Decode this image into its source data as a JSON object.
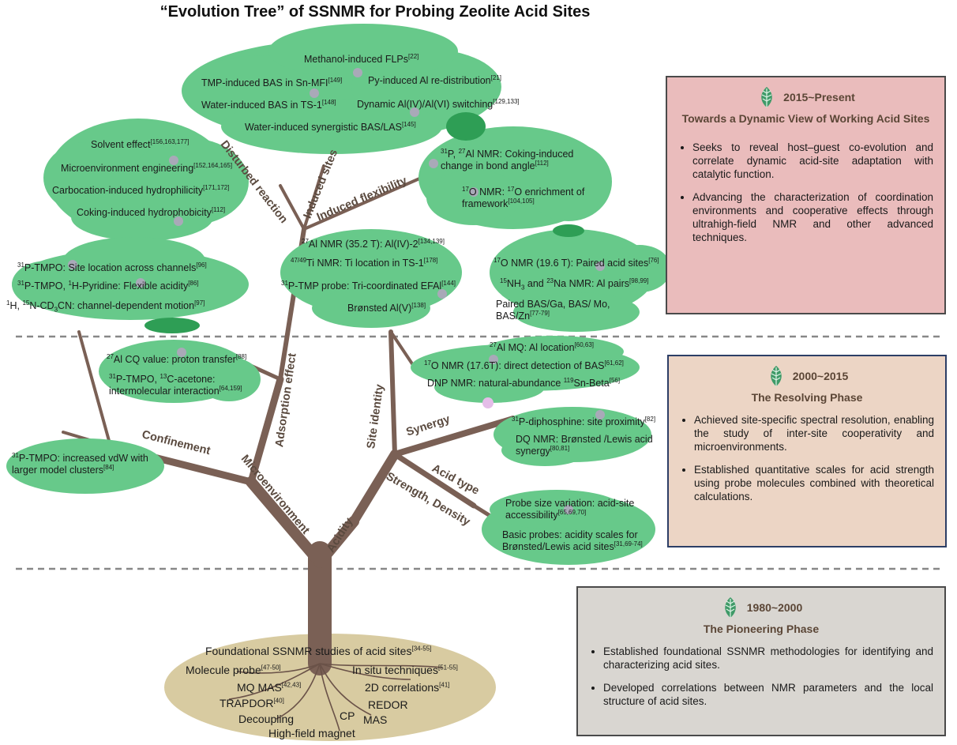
{
  "title": "“Evolution Tree” of SSNMR for Probing Zeolite Acid Sites",
  "branches": {
    "disturbed_reaction": "Disturbed reaction",
    "induced_sites": "Induced sites",
    "induced_flexibility": "Induced flexibility",
    "adsorption_effect": "Adsorption effect",
    "site_identity": "Site identity",
    "synergy": "Synergy",
    "confinement": "Confinement",
    "microenvironment": "Microenvironment",
    "acidity": "Acidity",
    "acid_type": "Acid type",
    "strength_density": "Strength, Density"
  },
  "leaves": {
    "top_cloud": {
      "l1": "Methanol-induced FLPs",
      "l1_ref": "[22]",
      "l2": "TMP-induced BAS in Sn-MFI",
      "l2_ref": "[149]",
      "l3": "Py-induced Al re-distribution",
      "l3_ref": "[21]",
      "l4": "Water-induced BAS in TS-1",
      "l4_ref": "[148]",
      "l5": "Dynamic Al(IV)/Al(VI) switching",
      "l5_ref": "[129,133]",
      "l6": "Water-induced synergistic BAS/LAS",
      "l6_ref": "[145]"
    },
    "left_top_cloud": {
      "l1": "Solvent effect",
      "l1_ref": "[156,163,177]",
      "l2": "Microenvironment engineering",
      "l2_ref": "[152,164,165]",
      "l3": "Carbocation-induced hydrophilicity",
      "l3_ref": "[171,172]",
      "l4": "Coking-induced hydrophobicity",
      "l4_ref": "[112]"
    },
    "right_top_cloud": {
      "l1_iso1": "31",
      "l1_a": "P, ",
      "l1_iso2": "27",
      "l1_b": "Al NMR: Coking-induced change in bond angle",
      "l1_ref": "[112]",
      "l2_iso1": "17",
      "l2_a": "O NMR: ",
      "l2_iso2": "17",
      "l2_b": "O enrichment of framework",
      "l2_ref": "[104,105]"
    },
    "left_mid_cloud": {
      "l1_iso": "31",
      "l1": "P-TMPO: Site location across channels",
      "l1_ref": "[96]",
      "l2_iso1": "31",
      "l2_a": "P-TMPO, ",
      "l2_iso2": "1",
      "l2_b": "H-Pyridine: Flexible acidity",
      "l2_ref": "[86]",
      "l3_iso1": "1",
      "l3_a": "H, ",
      "l3_iso2": "15",
      "l3_b": "N-CD",
      "l3_sub": "3",
      "l3_c": "CN: channel-dependent motion",
      "l3_ref": "[97]"
    },
    "center_cloud": {
      "l1_iso": "27",
      "l1": "Al NMR (35.2 T): Al(IV)-2",
      "l1_ref": "[134,139]",
      "l2_iso": "47/49",
      "l2": "Ti NMR: Ti location in TS-1",
      "l2_ref": "[178]",
      "l3_iso": "31",
      "l3": "P-TMP probe: Tri-coordinated EFAl",
      "l3_ref": "[144]",
      "l4": "Brønsted Al(V)",
      "l4_ref": "[138]"
    },
    "right_mid_cloud": {
      "l1_iso": "17",
      "l1": "O NMR (19.6 T): Paired acid sites",
      "l1_ref": "[76]",
      "l2_iso1": "15",
      "l2_a": "NH",
      "l2_sub": "3",
      "l2_b": " and ",
      "l2_iso2": "23",
      "l2_c": "Na NMR: Al pairs",
      "l2_ref": "[98,99]",
      "l3": "Paired BAS/Ga, BAS/ Mo, BAS/Zn",
      "l3_ref": "[77-79]"
    },
    "adsorption_cloud": {
      "l1_iso": "27",
      "l1": "Al CQ value: proton transfer",
      "l1_ref": "[88]",
      "l2_iso1": "31",
      "l2_a": "P-TMPO, ",
      "l2_iso2": "13",
      "l2_b": "C-acetone: intermolecular interaction",
      "l2_ref": "[64,159]"
    },
    "site_cloud": {
      "l1_iso": "27",
      "l1": "Al MQ: Al location",
      "l1_ref": "[60,63]",
      "l2_iso": "17",
      "l2": "O NMR (17.6T): direct detection of BAS",
      "l2_ref": "[61,62]",
      "l3": "DNP NMR:  natural-abundance ",
      "l3_iso": "119",
      "l3_b": "Sn-Beta",
      "l3_ref": "[56]"
    },
    "confinement_cloud": {
      "l1_iso": "31",
      "l1": "P-TMPO: increased vdW with larger model clusters",
      "l1_ref": "[84]"
    },
    "synergy_cloud": {
      "l1_iso": "31",
      "l1": "P-diphosphine: site proximity",
      "l1_ref": "[82]",
      "l2": "DQ NMR: Brønsted /Lewis acid synergy",
      "l2_ref": "[80,81]"
    },
    "acid_cloud": {
      "l1": "Probe size variation:  acid-site accessibility",
      "l1_ref": "[65,69,70]",
      "l2": "Basic probes:  acidity scales for Brønsted/Lewis acid sites",
      "l2_ref": "[31,69-74]"
    }
  },
  "roots": {
    "r1": "Foundational SSNMR studies of acid sites",
    "r1_ref": "[34-55]",
    "r2": "Molecule probe",
    "r2_ref": "[47-50]",
    "r3": "In situ techniques",
    "r3_ref": "[51-55]",
    "r4": "MQ MAS",
    "r4_ref": "[42,43]",
    "r5": "2D correlations",
    "r5_ref": "[41]",
    "r6": "TRAPDOR",
    "r6_ref": "[40]",
    "r7": "REDOR",
    "r8": "Decoupling",
    "r9": "CP",
    "r10": "MAS",
    "r11": "High-field magnet"
  },
  "panels": {
    "p1": {
      "era": "2015~Present",
      "subtitle": "Towards a Dynamic View of Working Acid Sites",
      "bullets": [
        "Seeks to reveal host–guest co-evolution and correlate dynamic acid-site adaptation with catalytic function.",
        "Advancing the characterization of coordination environments and cooperative effects through ultrahigh-field NMR and other advanced techniques."
      ],
      "bg": "#eabcbc",
      "border": "#4a4a4a"
    },
    "p2": {
      "era": "2000~2015",
      "subtitle": "The Resolving Phase",
      "bullets": [
        "Achieved site-specific spectral resolution, enabling the study of inter-site cooperativity and microenvironments.",
        "Established quantitative scales for acid strength using probe molecules combined with theoretical calculations."
      ],
      "bg": "#ecd5c5",
      "border": "#2c3e66"
    },
    "p3": {
      "era": "1980~2000",
      "subtitle": "The Pioneering Phase",
      "bullets": [
        "Established foundational SSNMR methodologies for identifying and characterizing acid sites.",
        "Developed correlations between NMR parameters and the local structure of acid sites."
      ],
      "bg": "#d9d6d1",
      "border": "#4a4a4a"
    }
  },
  "colors": {
    "trunk": "#7a6055",
    "leaf": "#67c98a",
    "leaf_dark": "#2e9e55",
    "ground": "#d8cba1",
    "node": "#a9a9b8",
    "divider": "#888888"
  }
}
